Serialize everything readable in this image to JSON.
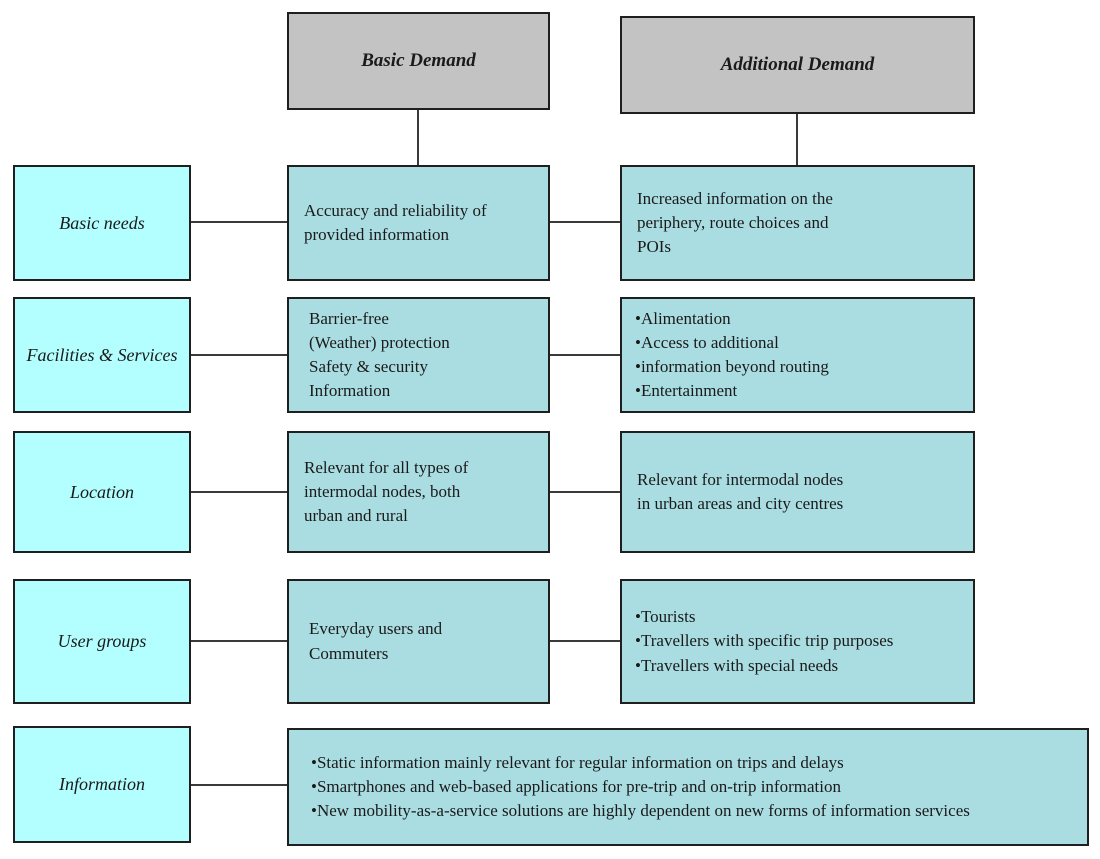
{
  "colors": {
    "header_fill": "#c3c3c3",
    "category_fill": "#b3feff",
    "content_fill": "#aadde2",
    "border": "#1f1f1f",
    "connector": "#3a3a3a",
    "text": "#1a1a1a"
  },
  "headers": [
    {
      "label": "Basic Demand"
    },
    {
      "label": "Additional Demand"
    }
  ],
  "rows": [
    {
      "category": "Basic needs",
      "basic": "Accuracy and reliability of\nprovided information",
      "additional": "Increased information on the\nperiphery, route choices and\nPOIs"
    },
    {
      "category": "Facilities & Services",
      "basic": "Barrier-free\n(Weather) protection\nSafety & security\nInformation",
      "additional": "•Alimentation\n•Access to additional\n•information beyond routing\n•Entertainment"
    },
    {
      "category": "Location",
      "basic": "Relevant for all types of\nintermodal nodes, both\nurban and rural",
      "additional": "Relevant for intermodal nodes\nin urban areas and city centres"
    },
    {
      "category": "User groups",
      "basic": "Everyday users and\nCommuters",
      "additional": "•Tourists\n•Travellers with specific trip purposes\n•Travellers with special needs"
    },
    {
      "category": "Information",
      "merged": "•Static information mainly relevant for regular information on trips and delays\n•Smartphones and web-based applications for pre-trip and on-trip information\n•New mobility-as-a-service solutions are highly dependent on new forms of information services"
    }
  ]
}
